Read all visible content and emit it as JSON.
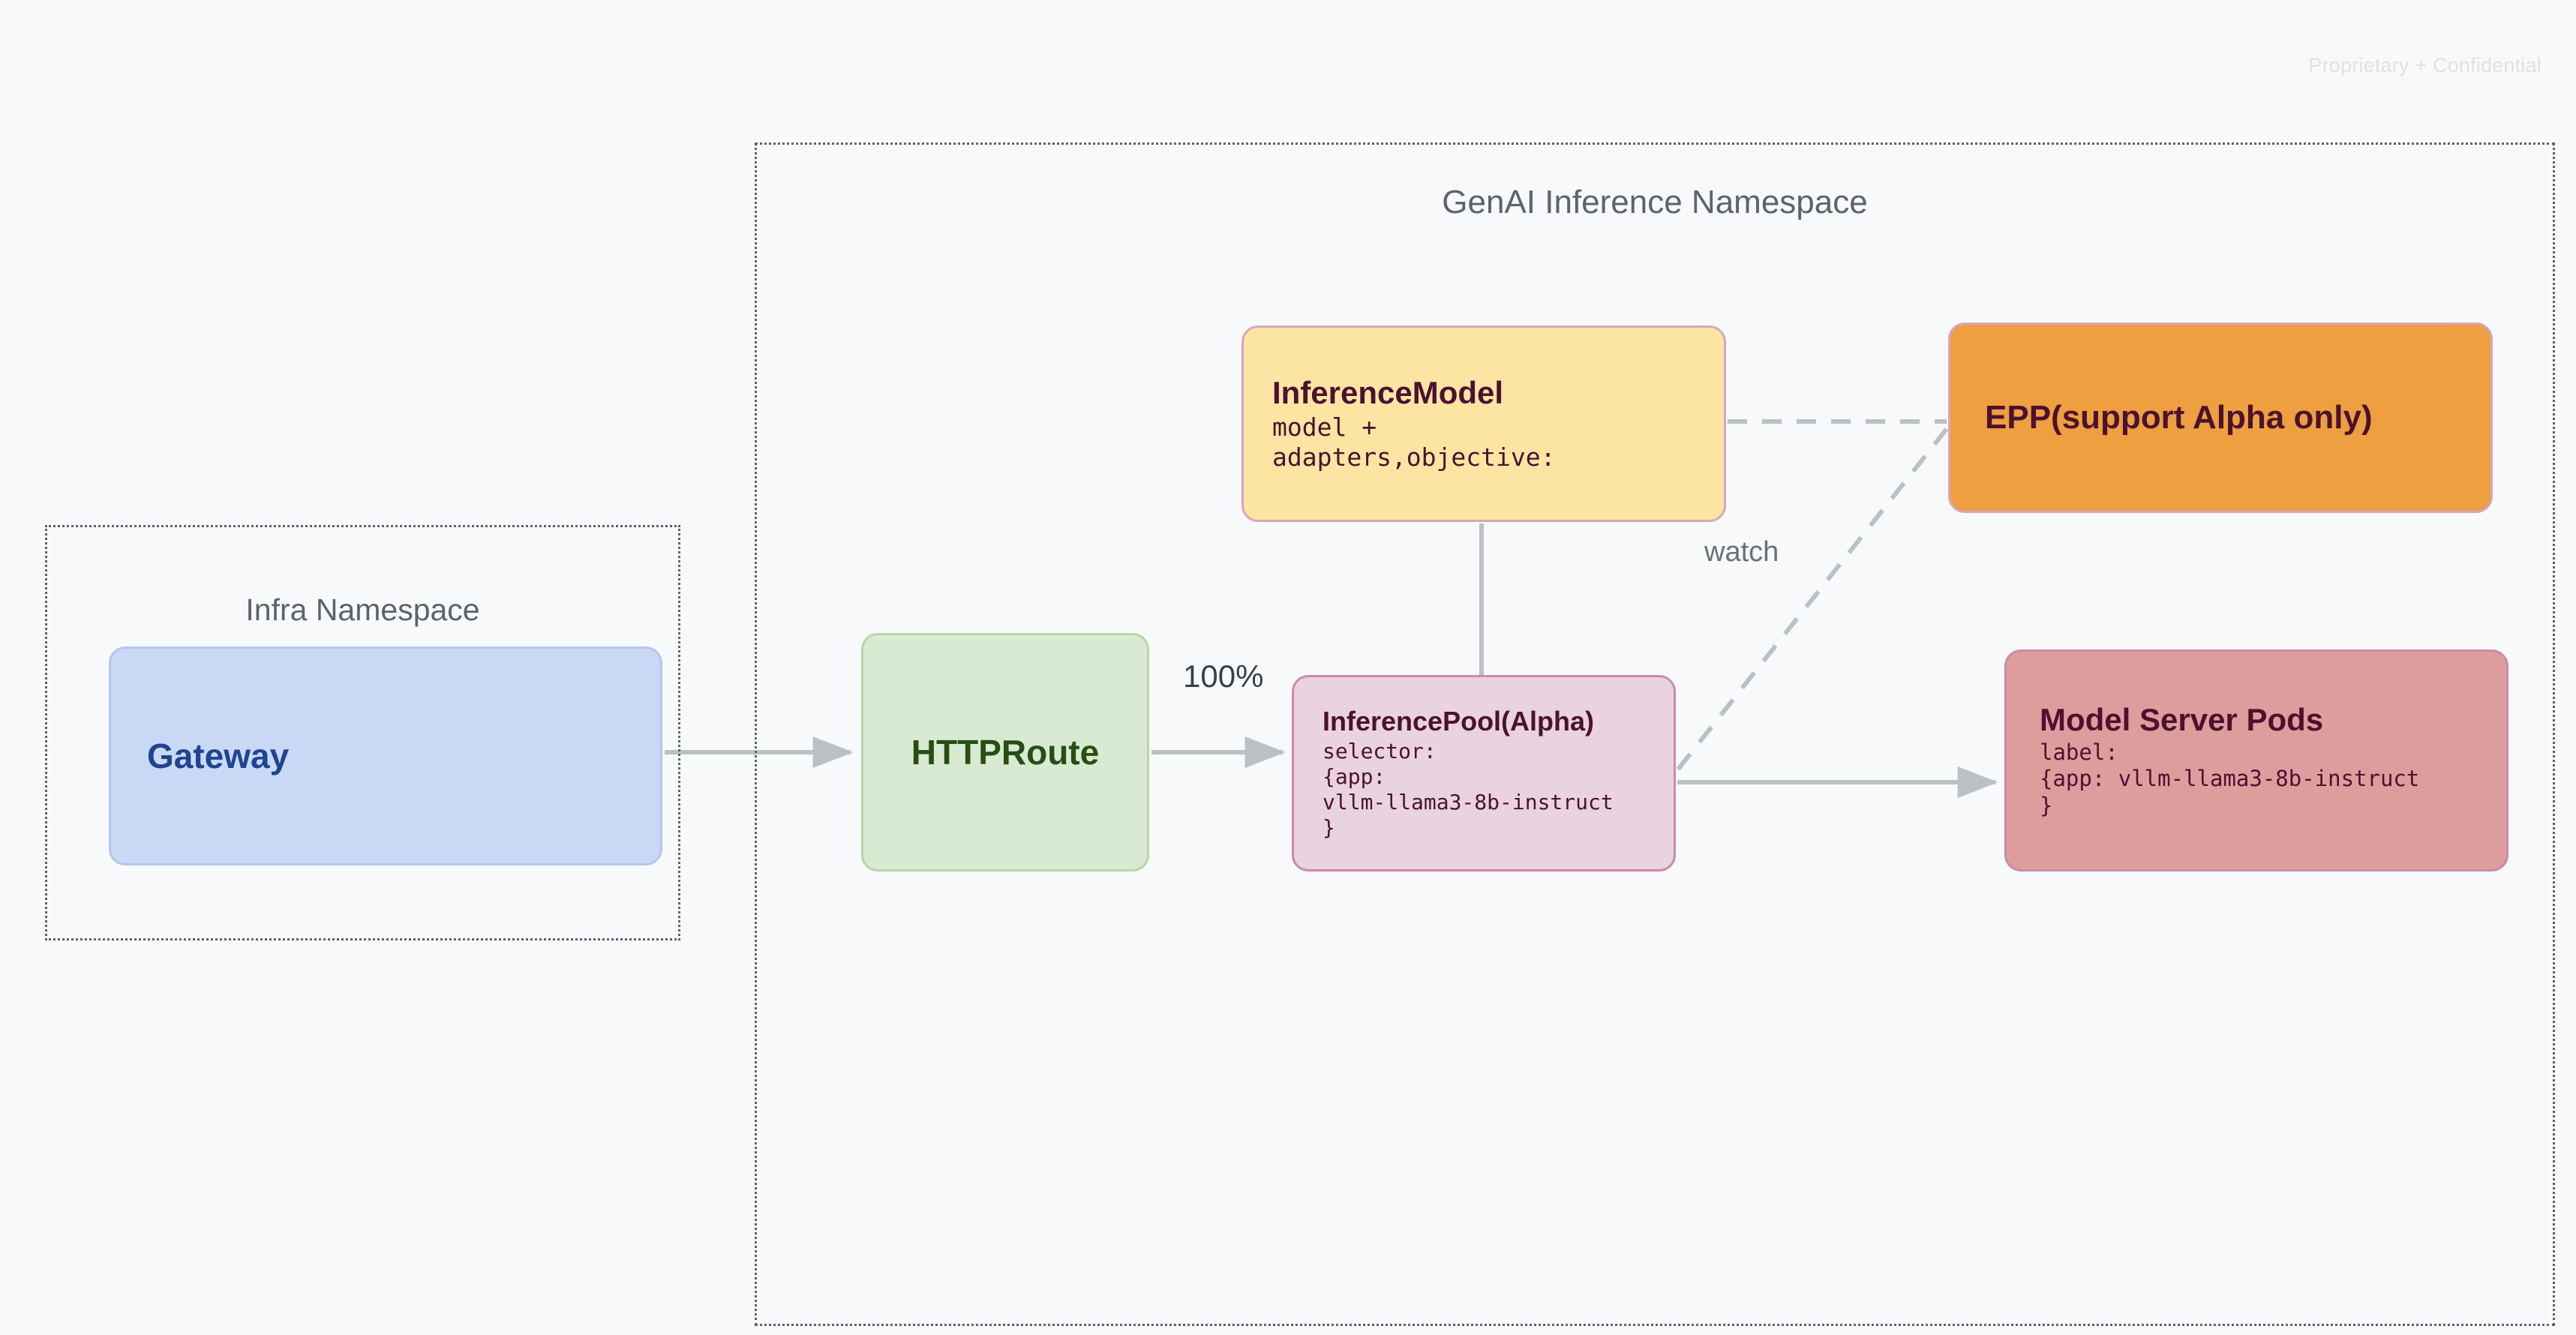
{
  "watermark": "Proprietary + Confidential",
  "namespaces": [
    {
      "id": "infra",
      "title": "Infra Namespace"
    },
    {
      "id": "genai",
      "title": "GenAI Inference Namespace"
    }
  ],
  "nodes": [
    {
      "id": "gateway",
      "title": "Gateway",
      "lines": [],
      "fill": "#c9d8f5",
      "border": "#b4c6ec",
      "text": "#1f4490"
    },
    {
      "id": "httproute",
      "title": "HTTPRoute",
      "lines": [],
      "fill": "#d9ead3",
      "border": "#b6d7a8",
      "text": "#274e13"
    },
    {
      "id": "inferencemodel",
      "title": "InferenceModel",
      "lines": [
        "model +",
        "adapters,objective:"
      ],
      "fill": "#fce5a3",
      "border": "#d5a6bd",
      "text": "#4c1130"
    },
    {
      "id": "inferencepool",
      "title": "InferencePool(Alpha)",
      "lines": [
        "selector:",
        "{app:",
        "vllm-llama3-8b-instruct",
        "}"
      ],
      "fill": "#e8d3de",
      "border": "#c98bac",
      "text": "#4c1130"
    },
    {
      "id": "epp",
      "title": "EPP(support Alpha only)",
      "lines": [],
      "fill": "#ee9f3f",
      "border": "#d5a6bd",
      "text": "#4c1130"
    },
    {
      "id": "modelserverpods",
      "title": "Model Server Pods",
      "lines": [
        "label:",
        "{app: vllm-llama3-8b-instruct",
        "}"
      ],
      "fill": "#dd9d9d",
      "border": "#c98bac",
      "text": "#4c1130"
    }
  ],
  "edges": [
    {
      "id": "gateway-to-httproute",
      "from": "gateway",
      "to": "httproute",
      "style": "solid",
      "arrow": true,
      "label": ""
    },
    {
      "id": "httproute-to-inferencepool",
      "from": "httproute",
      "to": "inferencepool",
      "style": "solid",
      "arrow": true,
      "label": "100%"
    },
    {
      "id": "inferencemodel-to-inferencepool",
      "from": "inferencemodel",
      "to": "inferencepool",
      "style": "solid",
      "arrow": false,
      "label": ""
    },
    {
      "id": "inferencepool-to-modelserverpods",
      "from": "inferencepool",
      "to": "modelserverpods",
      "style": "solid",
      "arrow": true,
      "label": ""
    },
    {
      "id": "inferencemodel-to-epp",
      "from": "inferencemodel",
      "to": "epp",
      "style": "dashed",
      "arrow": false,
      "label": ""
    },
    {
      "id": "epp-to-inferencepool",
      "from": "epp",
      "to": "inferencepool",
      "style": "dashed",
      "arrow": false,
      "label": "watch"
    }
  ],
  "edge_labels": {
    "traffic_weight": "100%",
    "watch": "watch"
  },
  "colors": {
    "background": "#f7f9fb",
    "connector": "#bcc0c4",
    "namespace_border": "#5f6368",
    "namespace_title": "#5f6368",
    "watermark": "#dfe1e3"
  }
}
